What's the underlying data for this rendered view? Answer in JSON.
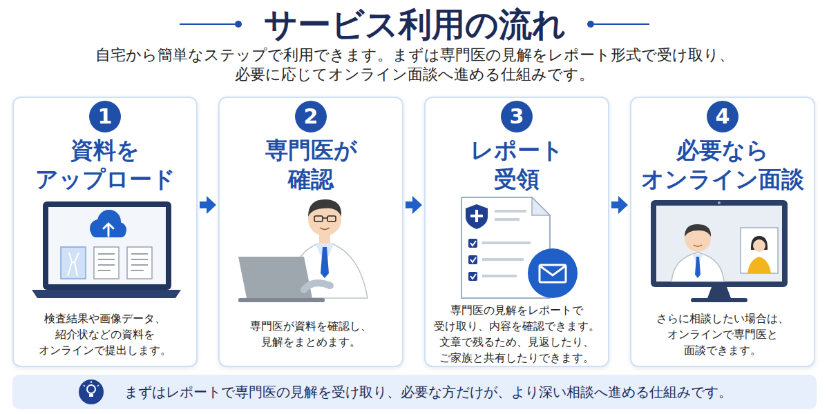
{
  "diagram": {
    "title": "サービス利用の流れ",
    "caption": "自宅から簡単なステップで利用できます。まずは専門医の見解をレポート形式で受け取り、 必要に応じてオンライン面談へ進める仕組みです。",
    "nodes": [
      {
        "text": [
          "資料を アップロード",
          "検査結果や画像データ、 紹介状などの資料を オンラインで提出します。"
        ]
      },
      {
        "text": [
          "1"
        ],
        "in": 0
      },
      {
        "text": [
          "専門医が 確認",
          "専門医が資料を確認し、 見解をまとめます。"
        ]
      },
      {
        "text": [
          "2"
        ],
        "in": 2
      },
      {
        "text": [
          "レポート 受領",
          "専門医の見解をレポートで 受け取り、内容を確認できます。 文章で残るため、見返したり、 ご家族と共有したりできます。"
        ]
      },
      {
        "text": [
          "3"
        ],
        "in": 4
      },
      {
        "text": [
          "必要なら オンライン面談",
          "さらに相談したい場合は、 オンラインで専門医と 面談できます。"
        ]
      },
      {
        "text": [
          "4"
        ],
        "in": 6
      },
      {
        "text": [
          "まずはレポートで専門医の見解を受け取り、必要な方だけが、より深い相談へ進める仕組みです。"
        ]
      }
    ],
    "edges": [
      {
        "from": 0,
        "to": 2,
        "arrow": "to"
      },
      {
        "from": 2,
        "to": 4,
        "arrow": "to"
      },
      {
        "from": 4,
        "to": 6,
        "arrow": "to"
      }
    ]
  }
}
